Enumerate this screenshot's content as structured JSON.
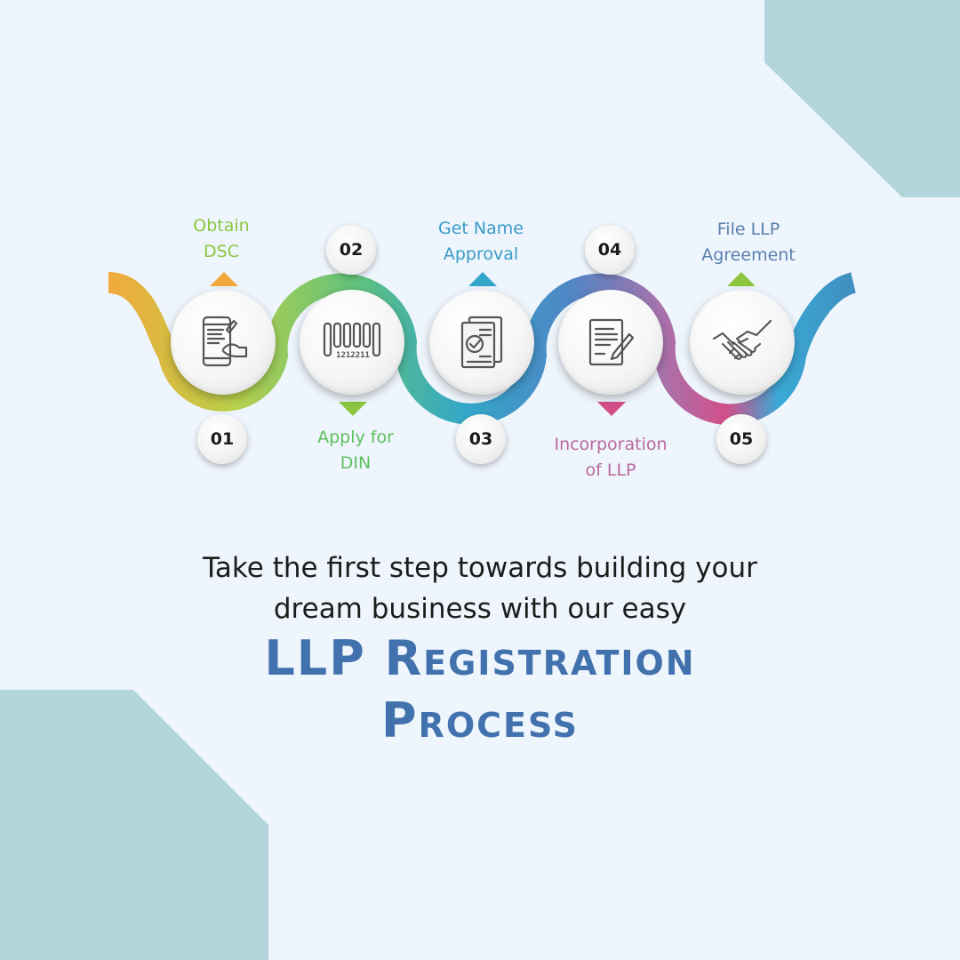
{
  "colors": {
    "background": "#eef5fc",
    "corner_shape": "#b2d5dc",
    "title": "#4172ad",
    "headline": "#1c1c1c"
  },
  "steps": [
    {
      "number": "01",
      "label": "Obtain\nDSC",
      "label_color": "#8cc63f",
      "icon": "mobile-signature-icon"
    },
    {
      "number": "02",
      "label": "Apply for\nDIN",
      "label_color": "#5fbf5f",
      "icon": "barcode-icon"
    },
    {
      "number": "03",
      "label": "Get Name\nApproval",
      "label_color": "#3a9bc9",
      "icon": "document-checkmark-icon"
    },
    {
      "number": "04",
      "label": "Incorporation\nof LLP",
      "label_color": "#b8689e",
      "icon": "document-pen-icon"
    },
    {
      "number": "05",
      "label": "File LLP\nAgreement",
      "label_color": "#5b7fae",
      "icon": "handshake-icon"
    }
  ],
  "barcode_text": "1212211",
  "headline": {
    "line1": "Take the first step towards building your",
    "line2": "dream business with our easy"
  },
  "title": {
    "line1": "LLP Registration",
    "line2": "Process"
  }
}
